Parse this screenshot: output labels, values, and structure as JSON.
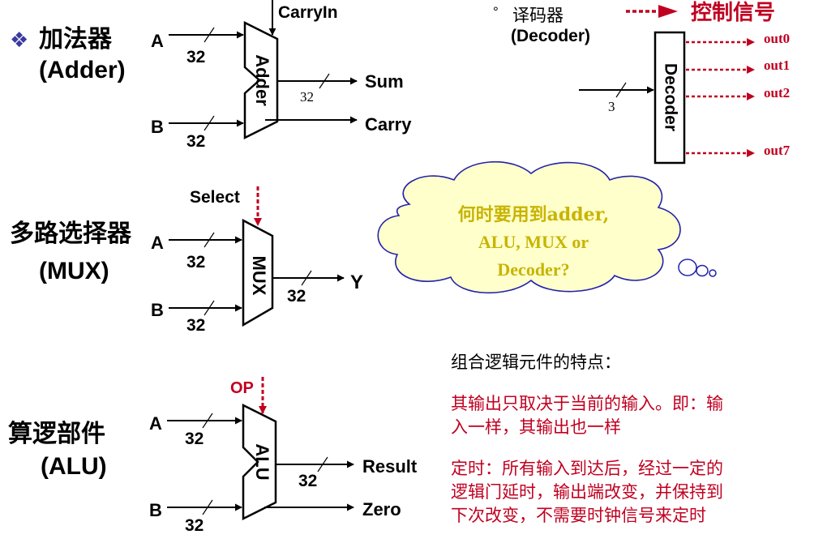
{
  "adder": {
    "title_cn": "加法器",
    "title_en": "(Adder)",
    "bullet": "❖",
    "label": "Adder",
    "in_a": "A",
    "in_b": "B",
    "carry_in": "CarryIn",
    "out_sum": "Sum",
    "out_carry": "Carry",
    "width_a": "32",
    "width_b": "32",
    "width_sum": "32"
  },
  "mux": {
    "title_cn": "多路选择器",
    "title_en": "(MUX)",
    "label": "MUX",
    "select": "Select",
    "in_a": "A",
    "in_b": "B",
    "out_y": "Y",
    "width_a": "32",
    "width_b": "32",
    "width_y": "32"
  },
  "alu": {
    "title_cn": "算逻部件",
    "title_en": "(ALU)",
    "label": "ALU",
    "op": "OP",
    "in_a": "A",
    "in_b": "B",
    "out_result": "Result",
    "out_zero": "Zero",
    "width_a": "32",
    "width_b": "32",
    "width_result": "32"
  },
  "decoder": {
    "bullet": "°",
    "title_cn": "译码器",
    "title_en": "(Decoder)",
    "label": "Decoder",
    "input_width": "3",
    "outputs": [
      "out0",
      "out1",
      "out2",
      "out7"
    ]
  },
  "legend": {
    "control_signal": "控制信号"
  },
  "thought_cloud": {
    "line1": "何时要用到adder,",
    "line2": "ALU, MUX or",
    "line3": "Decoder?"
  },
  "notes": {
    "heading": "组合逻辑元件的特点：",
    "para1_lines": [
      "其输出只取决于当前的输入。即：输",
      "入一样，其输出也一样"
    ],
    "para2_lines": [
      "定时：所有输入到达后，经过一定的",
      "逻辑门延时，输出端改变，并保持到",
      "下次改变，不需要时钟信号来定时"
    ]
  },
  "colors": {
    "accent_red": "#c00020",
    "cloud_text": "#c8b400",
    "cloud_fill": "#ffffcc",
    "cloud_stroke": "#2222aa"
  }
}
